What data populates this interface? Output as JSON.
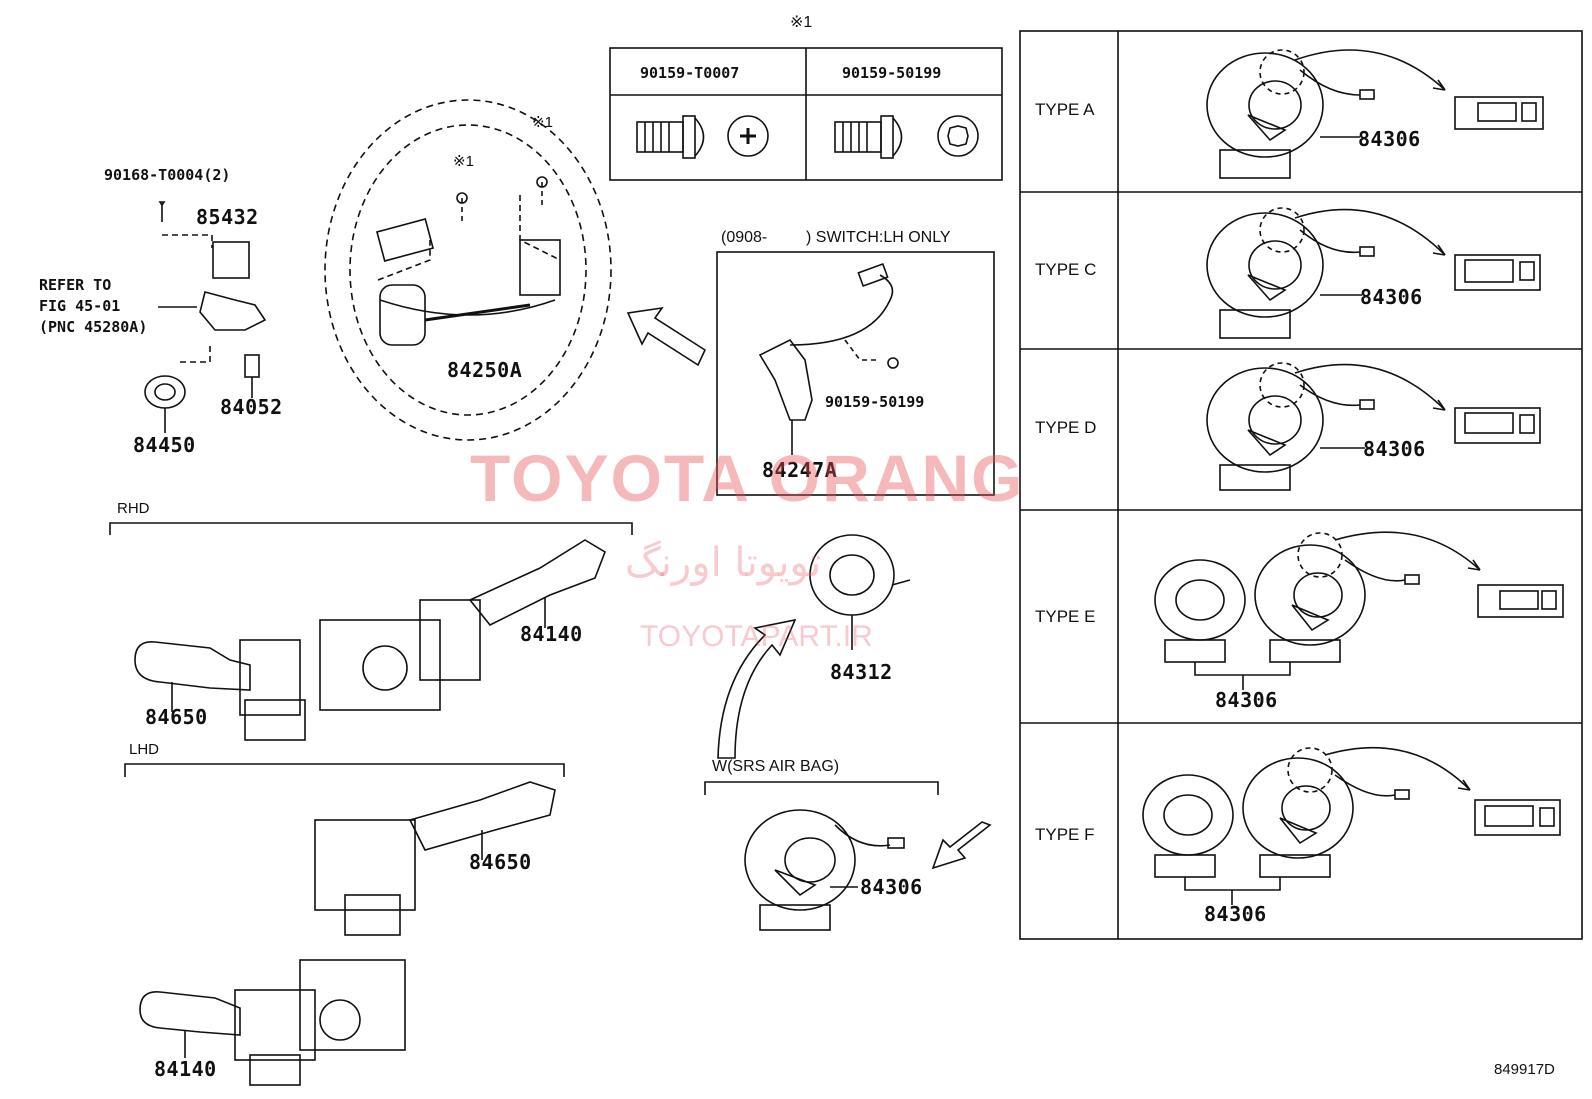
{
  "screws": {
    "marker": "※1",
    "col1": "90159-T0007",
    "col2": "90159-50199"
  },
  "parts": {
    "p90168": "90168-T0004(2)",
    "p85432": "85432",
    "refer_line1": "REFER TO",
    "refer_line2": "FIG 45-01",
    "refer_line3": "(PNC 45280A)",
    "p84052": "84052",
    "p84450": "84450",
    "p84250A": "84250A",
    "marker1": "※1",
    "marker2": "※1",
    "p84247A": "84247A",
    "p90159": "90159-50199",
    "p84312": "84312",
    "p84140_rhd": "84140",
    "p84650_rhd": "84650",
    "p84650_lhd": "84650",
    "p84140_lhd": "84140",
    "p84306_main": "84306"
  },
  "notes": {
    "switch_lh_prefix": "(0908-",
    "switch_lh_suffix": ") SWITCH:LH ONLY",
    "rhd": "RHD",
    "lhd": "LHD",
    "srs": "W(SRS AIR BAG)",
    "figure_id": "849917D"
  },
  "types": [
    {
      "label": "TYPE A",
      "part": "84306"
    },
    {
      "label": "TYPE C",
      "part": "84306"
    },
    {
      "label": "TYPE D",
      "part": "84306"
    },
    {
      "label": "TYPE E",
      "part": "84306"
    },
    {
      "label": "TYPE F",
      "part": "84306"
    }
  ],
  "watermark": {
    "brand": "TOYOTA ORANG",
    "persian": "تویوتا اورنگ",
    "url": "TOYOTAPART.IR"
  }
}
